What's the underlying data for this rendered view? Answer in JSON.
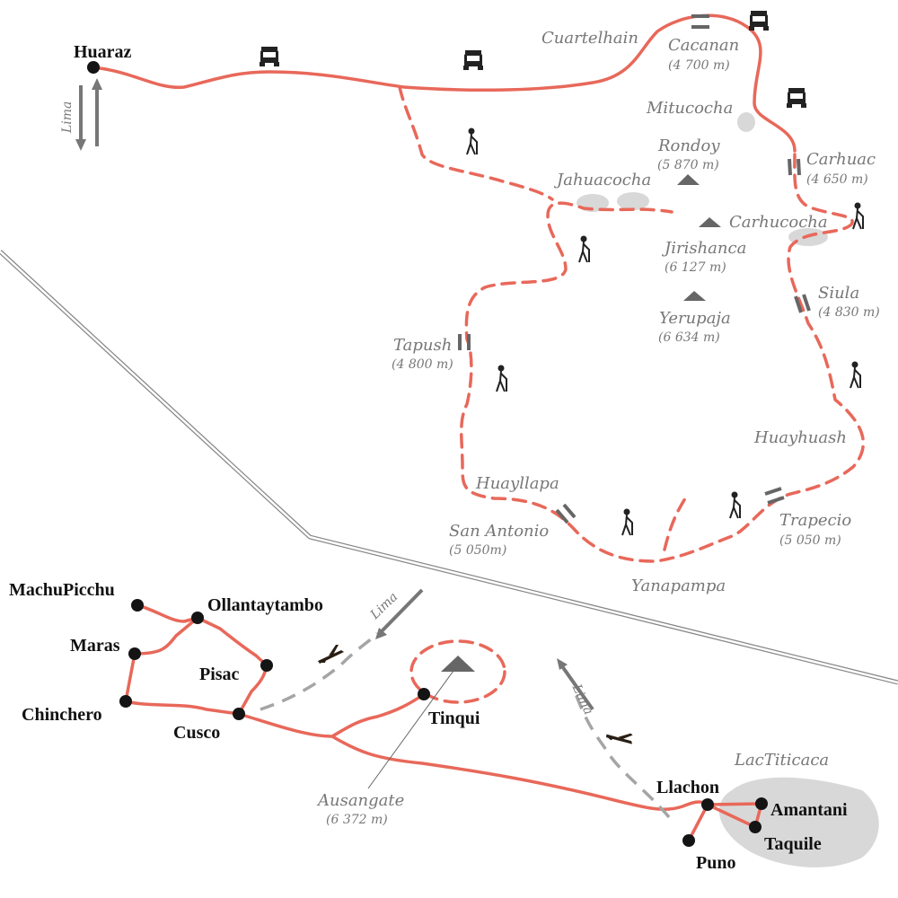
{
  "colors": {
    "route": "#e8685a",
    "flight": "#a5a5a5",
    "text": "#777777",
    "town": "#141414",
    "lake": "#d8d8d8"
  },
  "north": {
    "start": "Huaraz",
    "lima": "Lima",
    "places": [
      "Cuartelhain",
      "Mitucocha",
      "Jahuacocha",
      "Carhucocha",
      "Huayhuash",
      "Yanapampa",
      "Huayllapa"
    ],
    "passes": [
      {
        "name": "Cacanan",
        "alt": "(4 700 m)"
      },
      {
        "name": "Carhuac",
        "alt": "(4 650 m)"
      },
      {
        "name": "Siula",
        "alt": "(4 830 m)"
      },
      {
        "name": "Tapush",
        "alt": "(4 800 m)"
      },
      {
        "name": "San Antonio",
        "alt": "(5 050m)"
      },
      {
        "name": "Trapecio",
        "alt": "(5 050 m)"
      }
    ],
    "peaks": [
      {
        "name": "Rondoy",
        "alt": "(5 870 m)"
      },
      {
        "name": "Jirishanca",
        "alt": "(6 127 m)"
      },
      {
        "name": "Yerupaja",
        "alt": "(6 634 m)"
      }
    ]
  },
  "south": {
    "towns": [
      "MachuPicchu",
      "Ollantaytambo",
      "Maras",
      "Pisac",
      "Chinchero",
      "Cusco",
      "Tinqui",
      "Llachon",
      "Amantani",
      "Taquile",
      "Puno"
    ],
    "lake": "LacTiticaca",
    "peak": {
      "name": "Ausangate",
      "alt": "(6 372 m)"
    },
    "lima1": "Lima",
    "lima2": "Lima"
  }
}
